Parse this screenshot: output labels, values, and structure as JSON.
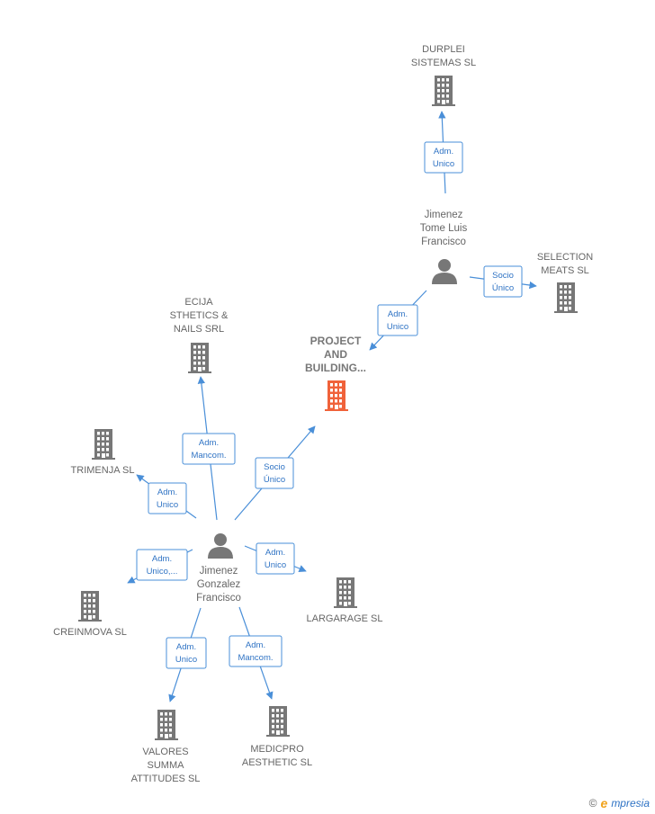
{
  "colors": {
    "edge": "#4a8fd8",
    "company": "#777777",
    "main_company": "#f0623a",
    "person": "#777777"
  },
  "nodes": [
    {
      "id": "durplei",
      "kind": "company",
      "label": [
        "DURPLEI",
        "SISTEMAS  SL"
      ]
    },
    {
      "id": "jtlf",
      "kind": "person",
      "label": [
        "Jimenez",
        "Tome Luis",
        "Francisco"
      ]
    },
    {
      "id": "selection",
      "kind": "company",
      "label": [
        "SELECTION",
        "MEATS  SL"
      ]
    },
    {
      "id": "ecija",
      "kind": "company",
      "label": [
        "ECIJA",
        "STHETICS &",
        "NAILS SRL"
      ]
    },
    {
      "id": "project",
      "kind": "company-main",
      "label": [
        "PROJECT",
        "AND",
        "BUILDING..."
      ]
    },
    {
      "id": "trimenja",
      "kind": "company",
      "label": [
        "TRIMENJA  SL"
      ]
    },
    {
      "id": "jgf",
      "kind": "person",
      "label": [
        "Jimenez",
        "Gonzalez",
        "Francisco"
      ]
    },
    {
      "id": "creinmova",
      "kind": "company",
      "label": [
        "CREINMOVA SL"
      ]
    },
    {
      "id": "largarage",
      "kind": "company",
      "label": [
        "LARGARAGE SL"
      ]
    },
    {
      "id": "valores",
      "kind": "company",
      "label": [
        "VALORES",
        "SUMMA",
        "ATTITUDES SL"
      ]
    },
    {
      "id": "medicpro",
      "kind": "company",
      "label": [
        "MEDICPRO",
        "AESTHETIC  SL"
      ]
    }
  ],
  "edges": [
    {
      "from": "jtlf",
      "to": "durplei",
      "label": [
        "Adm.",
        "Unico"
      ]
    },
    {
      "from": "jtlf",
      "to": "selection",
      "label": [
        "Socio",
        "Único"
      ]
    },
    {
      "from": "jtlf",
      "to": "project",
      "label": [
        "Adm.",
        "Unico"
      ]
    },
    {
      "from": "jgf",
      "to": "ecija",
      "label": [
        "Adm.",
        "Mancom."
      ]
    },
    {
      "from": "jgf",
      "to": "project",
      "label": [
        "Socio",
        "Único"
      ]
    },
    {
      "from": "jgf",
      "to": "trimenja",
      "label": [
        "Adm.",
        "Unico"
      ]
    },
    {
      "from": "jgf",
      "to": "creinmova",
      "label": [
        "Adm.",
        "Unico,..."
      ]
    },
    {
      "from": "jgf",
      "to": "largarage",
      "label": [
        "Adm.",
        "Unico"
      ]
    },
    {
      "from": "jgf",
      "to": "valores",
      "label": [
        "Adm.",
        "Unico"
      ]
    },
    {
      "from": "jgf",
      "to": "medicpro",
      "label": [
        "Adm.",
        "Mancom."
      ]
    }
  ],
  "brand": {
    "copyright": "©",
    "initial": "e",
    "name": "mpresia"
  }
}
